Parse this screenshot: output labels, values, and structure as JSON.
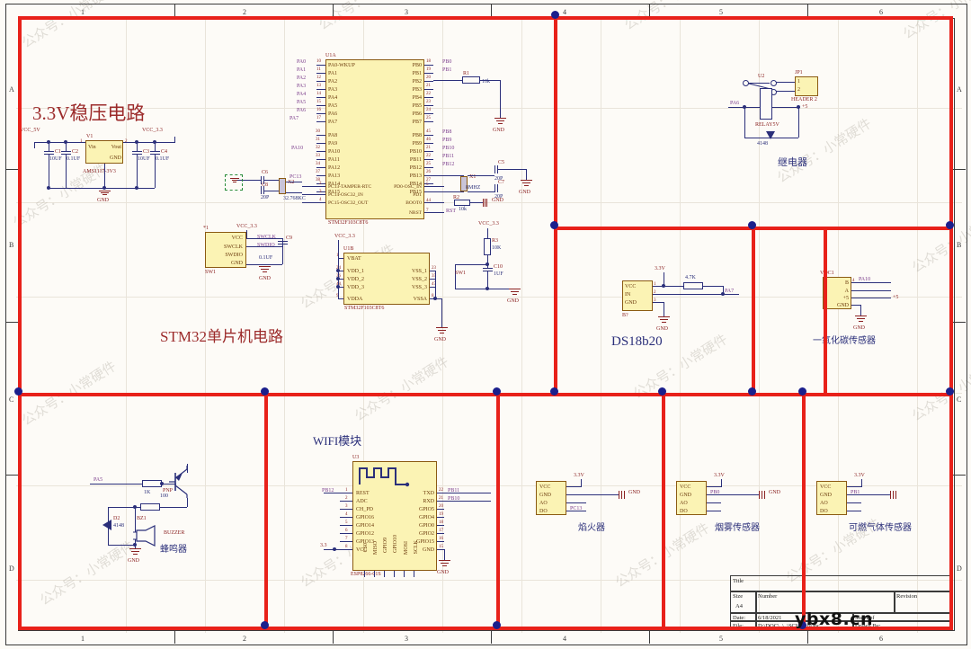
{
  "sheet": {
    "zones_top": [
      "1",
      "2",
      "3",
      "4",
      "5",
      "6"
    ],
    "zones_side": [
      "A",
      "B",
      "C",
      "D"
    ],
    "brand_watermark": "ybx8.cn",
    "tile_watermark": "公众号：小常硬件"
  },
  "headings": {
    "regulator": "3.3V稳压电路",
    "mcu": "STM32单片机电路",
    "wifi": "WIFI模块",
    "ds18b20": "DS18b20",
    "relay": "继电器",
    "co_sensor": "一氧化碳传感器",
    "buzzer": "蜂鸣器",
    "flame": "焰火器",
    "smoke": "烟雾传感器",
    "gas": "可燃气体传感器"
  },
  "regulator": {
    "refdes": "V1",
    "part": "AMS1117-3V3",
    "pin_vin": "Vin",
    "pin_vout": "Vout",
    "pin_gnd": "GND",
    "pin_num_in": "1",
    "pin_num_out": "2",
    "net_in": "VCC_5V",
    "net_out": "VCC_3.3",
    "caps": [
      {
        "refdes": "C1",
        "value": "10UF"
      },
      {
        "refdes": "C2",
        "value": "0.1UF"
      },
      {
        "refdes": "C3",
        "value": "10UF"
      },
      {
        "refdes": "C4",
        "value": "0.1UF"
      }
    ],
    "gnd": "GND"
  },
  "mcu": {
    "refdes_a": "U1A",
    "refdes_b": "U1B",
    "part": "STM32F103C8T6",
    "left_pins": [
      {
        "num": "10",
        "name": "PA0-WKUP",
        "net": "PA0"
      },
      {
        "num": "11",
        "name": "PA1",
        "net": "PA1"
      },
      {
        "num": "12",
        "name": "PA2",
        "net": "PA2"
      },
      {
        "num": "13",
        "name": "PA3",
        "net": "PA3"
      },
      {
        "num": "14",
        "name": "PA4",
        "net": "PA4"
      },
      {
        "num": "15",
        "name": "PA5",
        "net": "PA5"
      },
      {
        "num": "16",
        "name": "PA6",
        "net": "PA6"
      },
      {
        "num": "17",
        "name": "PA7",
        "net": "PA7"
      },
      {
        "num": "30",
        "name": "PA8",
        "net": ""
      },
      {
        "num": "31",
        "name": "PA9",
        "net": ""
      },
      {
        "num": "32",
        "name": "PA10",
        "net": "PA10"
      },
      {
        "num": "33",
        "name": "PA11",
        "net": ""
      },
      {
        "num": "34",
        "name": "PA12",
        "net": ""
      },
      {
        "num": "37",
        "name": "PA13",
        "net": ""
      },
      {
        "num": "38",
        "name": "PA14",
        "net": ""
      },
      {
        "num": "39",
        "name": "PA15",
        "net": ""
      },
      {
        "num": "2",
        "name": "PC13-TAMPER-RTC",
        "net": "PC13"
      },
      {
        "num": "3",
        "name": "PC14-OSC32_IN",
        "net": ""
      },
      {
        "num": "4",
        "name": "PC15-OSC32_OUT",
        "net": ""
      }
    ],
    "right_pins": [
      {
        "num": "18",
        "name": "PB0",
        "net": "PB0"
      },
      {
        "num": "19",
        "name": "PB1",
        "net": "PB1"
      },
      {
        "num": "20",
        "name": "PB2",
        "net": ""
      },
      {
        "num": "21",
        "name": "PB3",
        "net": ""
      },
      {
        "num": "22",
        "name": "PB4",
        "net": ""
      },
      {
        "num": "23",
        "name": "PB5",
        "net": ""
      },
      {
        "num": "24",
        "name": "PB6",
        "net": ""
      },
      {
        "num": "25",
        "name": "PB7",
        "net": ""
      },
      {
        "num": "45",
        "name": "PB8",
        "net": "PB8"
      },
      {
        "num": "46",
        "name": "PB9",
        "net": "PB9"
      },
      {
        "num": "21",
        "name": "PB10",
        "net": "PB10"
      },
      {
        "num": "22",
        "name": "PB11",
        "net": "PB11"
      },
      {
        "num": "25",
        "name": "PB12",
        "net": "PB12"
      },
      {
        "num": "26",
        "name": "PB13",
        "net": ""
      },
      {
        "num": "27",
        "name": "PB14",
        "net": ""
      },
      {
        "num": "28",
        "name": "PB15",
        "net": ""
      },
      {
        "num": "5",
        "name": "PD0-OSC_IN",
        "net": ""
      },
      {
        "num": "6",
        "name": "PD1",
        "net": ""
      },
      {
        "num": "44",
        "name": "BOOT0",
        "net": ""
      },
      {
        "num": "7",
        "name": "NRST",
        "net": "RST"
      }
    ],
    "power_pins_left": [
      {
        "num": "1",
        "name": "VBAT"
      },
      {
        "num": "24",
        "name": "VDD_1"
      },
      {
        "num": "36",
        "name": "VDD_2"
      },
      {
        "num": "48",
        "name": "VDD_3"
      },
      {
        "num": "9",
        "name": "VDDA"
      }
    ],
    "power_pins_right": [
      {
        "num": "23",
        "name": "VSS_1"
      },
      {
        "num": "35",
        "name": "VSS_2"
      },
      {
        "num": "47",
        "name": "VSS_3"
      },
      {
        "num": "8",
        "name": "VSSA"
      }
    ],
    "vcc_net": "VCC_3.3"
  },
  "crystals": {
    "hse": {
      "refdes": "X1",
      "value": "8MHZ",
      "caps": [
        {
          "refdes": "C5",
          "value": "20P"
        },
        {
          "refdes": "C7",
          "value": "20P"
        }
      ]
    },
    "lse": {
      "refdes": "X2",
      "value": "32.768KC",
      "caps": [
        {
          "refdes": "C6",
          "value": "20P"
        },
        {
          "refdes": "C8",
          "value": "20P"
        }
      ]
    }
  },
  "reset": {
    "r_refdes": "R3",
    "r_value": "10K",
    "c_refdes": "C10",
    "c_value": "1UF",
    "sw_refdes": "SW1",
    "net": "VCC_3.3",
    "gnd": "GND"
  },
  "boot": {
    "r_refdes": "R2",
    "r_value": "10k",
    "gnd": "GND"
  },
  "pullup_r1": {
    "refdes": "R1",
    "value": "10k",
    "gnd": "GND"
  },
  "swd": {
    "refdes": "SW1",
    "pins": [
      "VCC",
      "SWCLK",
      "SWDIO",
      "GND"
    ],
    "pin_nums": [
      "1",
      "2",
      "3",
      "4"
    ],
    "nets": [
      "VCC_3.3",
      "SWCLK",
      "SWDIO"
    ],
    "cap": {
      "refdes": "C9",
      "value": "0.1UF"
    },
    "gnd": "GND"
  },
  "wifi": {
    "refdes": "U3",
    "part": "ESP8266-01S",
    "left_pins": [
      {
        "num": "1",
        "name": "REST",
        "net": "PB12"
      },
      {
        "num": "2",
        "name": "ADC",
        "net": ""
      },
      {
        "num": "3",
        "name": "CH_PD",
        "net": ""
      },
      {
        "num": "4",
        "name": "GPIO16",
        "net": ""
      },
      {
        "num": "5",
        "name": "GPIO14",
        "net": ""
      },
      {
        "num": "6",
        "name": "GPIO12",
        "net": ""
      },
      {
        "num": "7",
        "name": "GPIO13",
        "net": ""
      },
      {
        "num": "8",
        "name": "VCC",
        "net": "3.3"
      }
    ],
    "right_pins": [
      {
        "num": "22",
        "name": "TXD",
        "net": "PB11"
      },
      {
        "num": "21",
        "name": "RXD",
        "net": "PB10"
      },
      {
        "num": "20",
        "name": "GPIO5",
        "net": ""
      },
      {
        "num": "19",
        "name": "GPIO4",
        "net": ""
      },
      {
        "num": "18",
        "name": "GPIO0",
        "net": ""
      },
      {
        "num": "17",
        "name": "GPIO2",
        "net": ""
      },
      {
        "num": "16",
        "name": "GPIO15",
        "net": ""
      },
      {
        "num": "15",
        "name": "GND",
        "net": ""
      }
    ],
    "bottom_pins": [
      "CS0",
      "MISO",
      "GPIO9",
      "GPIO10",
      "MOSI",
      "SCLK"
    ],
    "gnd": "GND"
  },
  "ds18b20": {
    "refdes": "B?",
    "pins": [
      "VCC",
      "IN",
      "GND"
    ],
    "pin_nums": [
      "1",
      "2",
      "3"
    ],
    "pullup": {
      "value": "4.7K"
    },
    "power": "3.3V",
    "signal": "PA7",
    "gnd": "GND"
  },
  "relay": {
    "refdes_sw": "U2",
    "refdes_coil": "RELAY5V",
    "diode": "4148",
    "header": {
      "refdes": "JP1",
      "part": "HEADER 2",
      "pins": [
        "1",
        "2"
      ]
    },
    "control_net": "PA6",
    "power": "+5"
  },
  "co_sensor": {
    "refdes": "VOC1",
    "pins": [
      "B",
      "A",
      "+5",
      "GND"
    ],
    "pin_nums": [
      "4",
      "3",
      "2",
      "1"
    ],
    "signal": "PA10",
    "power": "+5",
    "gnd": "GND"
  },
  "buzzer": {
    "refdes_bz": "BZ1",
    "part_bz": "BUZZER",
    "transistor": "PNP",
    "r_base": "1K",
    "r_collector": "100",
    "diode_refdes": "D2",
    "diode_part": "4148",
    "control_net": "PA5",
    "gnd": "GND"
  },
  "flame_sensor": {
    "pins": [
      "VCC",
      "GND",
      "AO",
      "DO"
    ],
    "power": "3.3V",
    "signal": "PC13",
    "gnd": "GND"
  },
  "smoke_sensor": {
    "pins": [
      "VCC",
      "GND",
      "AO",
      "DO"
    ],
    "power": "3.3V",
    "signal": "PB0",
    "gnd": "GND"
  },
  "gas_sensor": {
    "pins": [
      "VCC",
      "GND",
      "AO",
      "DO"
    ],
    "power": "3.3V",
    "signal": "PB1",
    "gnd": "GND"
  },
  "title_block": {
    "title_label": "Title",
    "title_value": "",
    "size_label": "Size",
    "size_value": "A4",
    "number_label": "Number",
    "number_value": "",
    "revision_label": "Revision",
    "revision_value": "",
    "date_label": "Date:",
    "date_value": "6/18/2021",
    "sheet_label": "Sheet   of",
    "file_label": "File:",
    "file_value": "D:\\DOC\\..\\..\\SCH.SchDoc",
    "drawn_label": "Drawn By:"
  }
}
